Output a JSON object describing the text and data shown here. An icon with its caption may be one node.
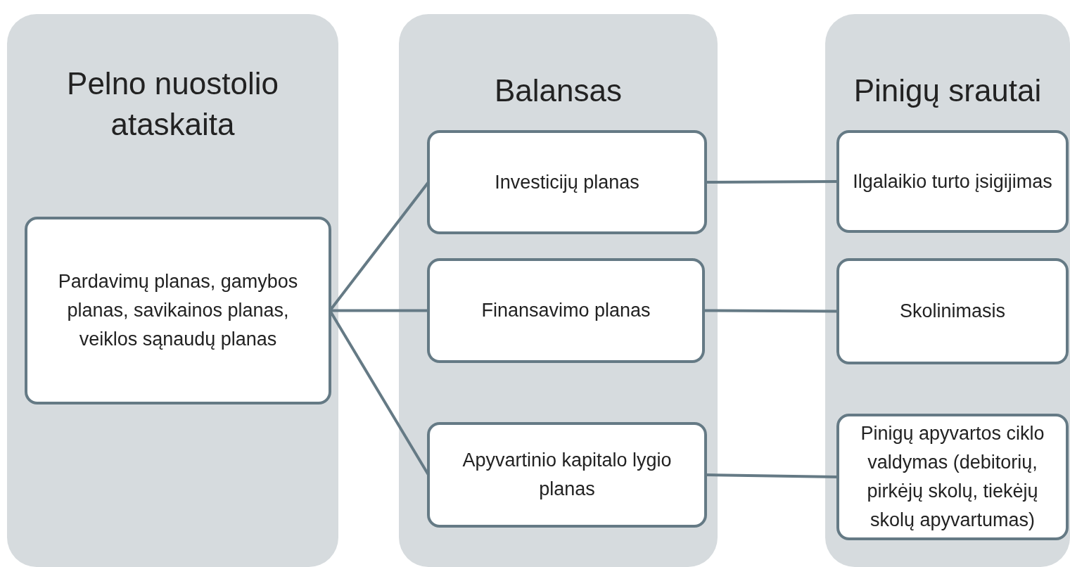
{
  "diagram": {
    "nodes": [
      {
        "text": [
          "Pelno nuostolio ataskaita"
        ]
      },
      {
        "text": [
          "Pardavimų planas, gamybos planas, savikainos planas, veiklos sąnaudų planas"
        ],
        "in": 0
      },
      {
        "text": [
          "Balansas"
        ]
      },
      {
        "text": [
          "Investicijų planas"
        ],
        "in": 2
      },
      {
        "text": [
          "Finansavimo planas"
        ],
        "in": 2
      },
      {
        "text": [
          "Apyvartinio kapitalo lygio planas"
        ],
        "in": 2
      },
      {
        "text": [
          "Pinigų srautai"
        ]
      },
      {
        "text": [
          "Ilgalaikio turto įsigijimas"
        ],
        "in": 6
      },
      {
        "text": [
          "Skolinimasis"
        ],
        "in": 6
      },
      {
        "text": [
          "Pinigų apyvartos ciklo valdymas (debitorių, pirkėjų skolų, tiekėjų skolų apyvartumas)"
        ],
        "in": 6
      }
    ],
    "edges": [
      {
        "from": 1,
        "to": 3,
        "arrow": "none"
      },
      {
        "from": 1,
        "to": 4,
        "arrow": "none"
      },
      {
        "from": 1,
        "to": 5,
        "arrow": "none"
      },
      {
        "from": 3,
        "to": 7,
        "arrow": "none"
      },
      {
        "from": 4,
        "to": 8,
        "arrow": "none"
      },
      {
        "from": 5,
        "to": 9,
        "arrow": "none"
      }
    ]
  }
}
